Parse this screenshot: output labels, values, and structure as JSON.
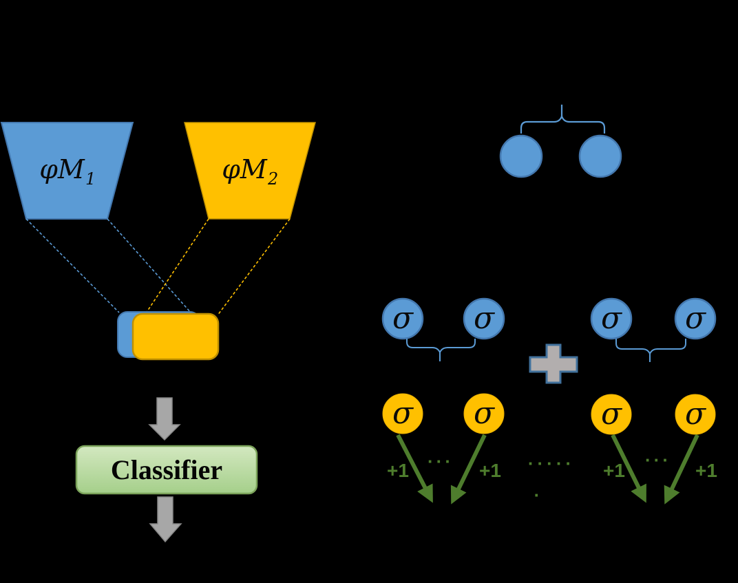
{
  "figure": {
    "left": {
      "encoder1": {
        "label": "φM",
        "sub": "1"
      },
      "encoder2": {
        "label": "φM",
        "sub": "2"
      },
      "classifier_label": "Classifier"
    },
    "right": {
      "sigma": "σ",
      "plus_one": "+1",
      "dots_pair": "···",
      "dots_middle": "·····",
      "dot_single": "·"
    },
    "colors": {
      "background": "#000000",
      "blue": "#5B9BD5",
      "blue_border": "#4377AE",
      "yellow": "#FFC000",
      "yellow_border": "#BF9000",
      "green_accent": "#4E7D2D",
      "classifier_fill_top": "#D3E8C0",
      "classifier_fill_bottom": "#A5CF8A",
      "classifier_border": "#7BA35A",
      "arrow_gray": "#A7A7A7",
      "plus_fill": "#B2AEAE",
      "plus_border": "#41719C"
    }
  }
}
